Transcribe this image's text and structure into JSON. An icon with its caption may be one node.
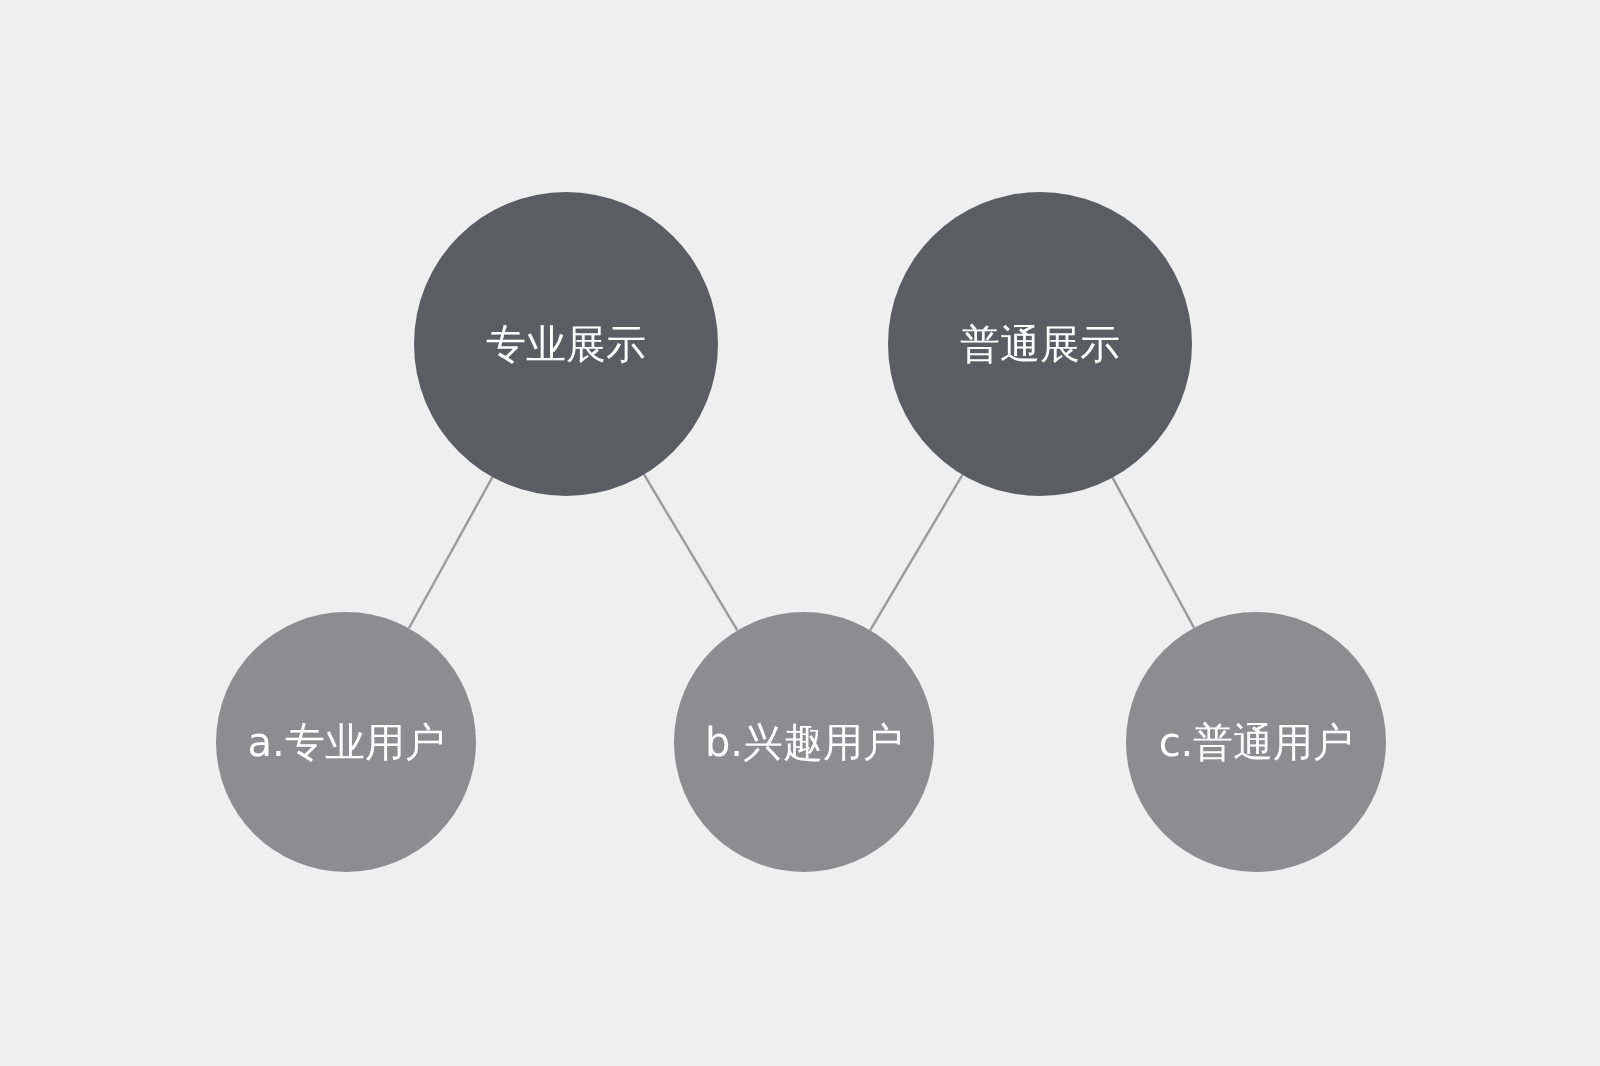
{
  "diagram": {
    "nodes": [
      {
        "text": [
          "专业展示"
        ]
      },
      {
        "text": [
          "普通展示"
        ]
      },
      {
        "text": [
          "a.专业用户"
        ]
      },
      {
        "text": [
          "b.兴趣用户"
        ]
      },
      {
        "text": [
          "c.普通用户"
        ]
      }
    ],
    "edges": [
      {
        "from": 0,
        "to": 2,
        "arrow": "none"
      },
      {
        "from": 0,
        "to": 3,
        "arrow": "none"
      },
      {
        "from": 1,
        "to": 3,
        "arrow": "none"
      },
      {
        "from": 1,
        "to": 4,
        "arrow": "none"
      }
    ]
  }
}
